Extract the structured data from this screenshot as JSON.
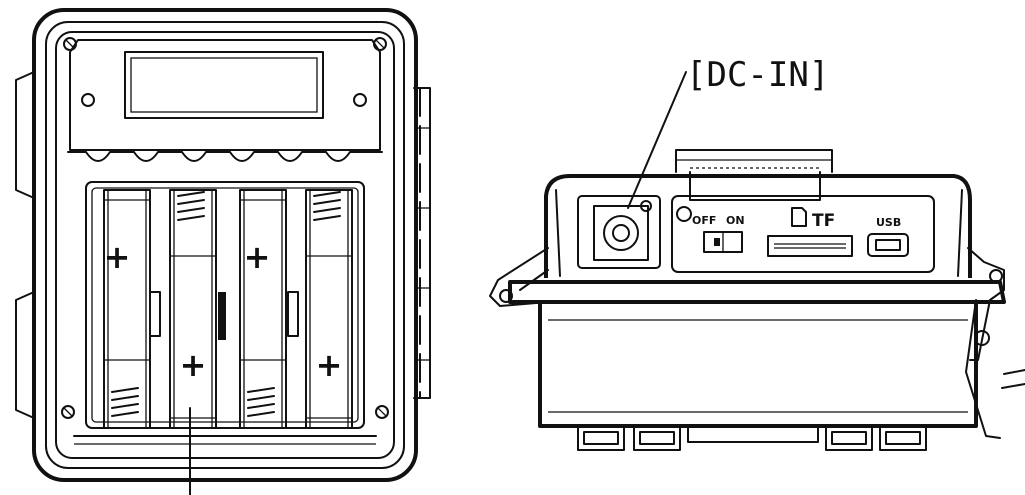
{
  "callouts": {
    "dc_in": "[DC-IN]"
  },
  "port_panel": {
    "switch_off": "OFF",
    "switch_on": "ON",
    "tf_label": "TF",
    "usb_label": "USB"
  },
  "battery_bay": {
    "polarity_mark": "+"
  }
}
